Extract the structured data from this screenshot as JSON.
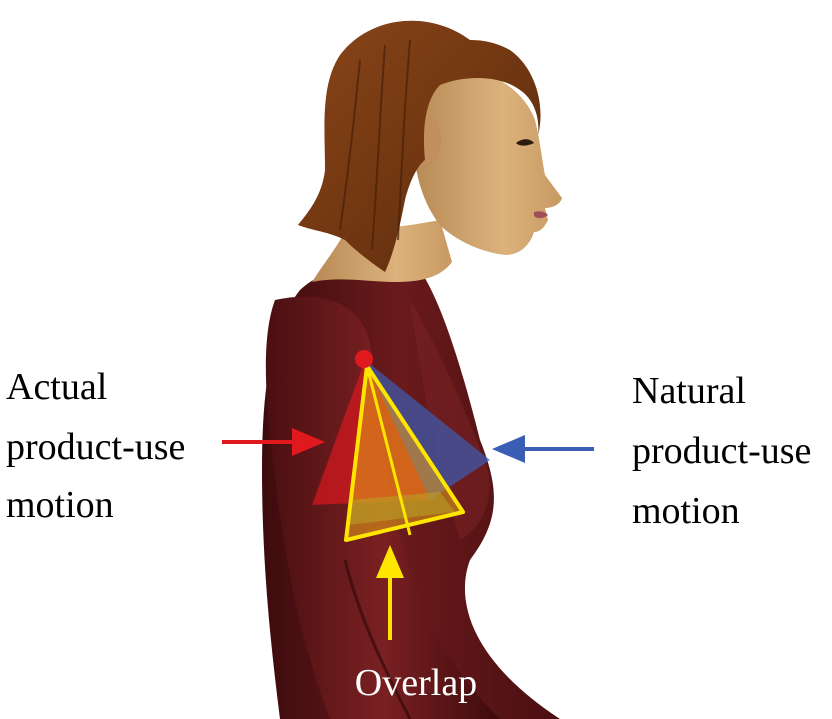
{
  "labels": {
    "actual": [
      "Actual",
      "product-use",
      "motion"
    ],
    "natural": [
      "Natural",
      "product-use",
      "motion"
    ],
    "overlap": "Overlap"
  },
  "colors": {
    "actual_region": "#e0191e",
    "natural_region": "#3a5db5",
    "overlap_outline": "#ffe600",
    "shirt": "#5a1416",
    "skin": "#d2a56f",
    "hair": "#7a3b14"
  }
}
